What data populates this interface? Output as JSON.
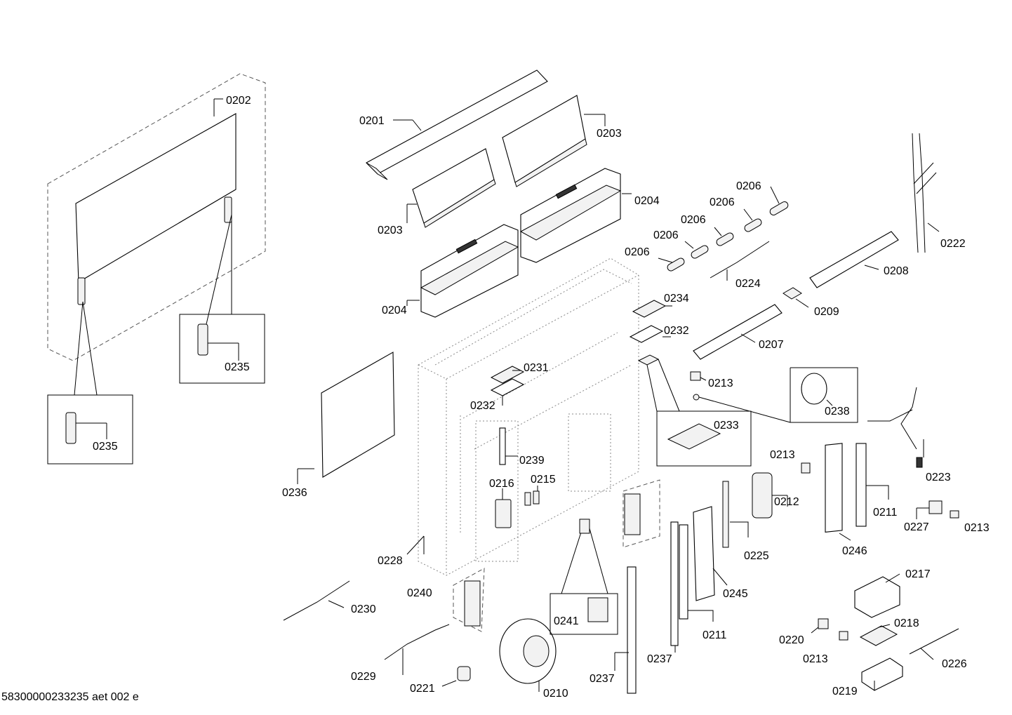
{
  "document_id": "58300000233235 aet 002 e",
  "labels": {
    "p0201": "0201",
    "p0202": "0202",
    "p0203a": "0203",
    "p0203b": "0203",
    "p0204a": "0204",
    "p0204b": "0204",
    "p0206a": "0206",
    "p0206b": "0206",
    "p0206c": "0206",
    "p0206d": "0206",
    "p0207": "0207",
    "p0208": "0208",
    "p0209": "0209",
    "p0210": "0210",
    "p0211a": "0211",
    "p0211b": "0211",
    "p0212": "0212",
    "p0213a": "0213",
    "p0213b": "0213",
    "p0213c": "0213",
    "p0213d": "0213",
    "p0215": "0215",
    "p0216": "0216",
    "p0217": "0217",
    "p0218": "0218",
    "p0219": "0219",
    "p0220": "0220",
    "p0221": "0221",
    "p0222": "0222",
    "p0223": "0223",
    "p0224": "0224",
    "p0225": "0225",
    "p0226": "0226",
    "p0227": "0227",
    "p0228": "0228",
    "p0229": "0229",
    "p0230": "0230",
    "p0231": "0231",
    "p0232a": "0232",
    "p0232b": "0232",
    "p0233": "0233",
    "p0234": "0234",
    "p0235a": "0235",
    "p0235b": "0235",
    "p0236": "0236",
    "p0237a": "0237",
    "p0237b": "0237",
    "p0238": "0238",
    "p0239": "0239",
    "p0240": "0240",
    "p0241": "0241",
    "p0245": "0245",
    "p0246": "0246"
  }
}
